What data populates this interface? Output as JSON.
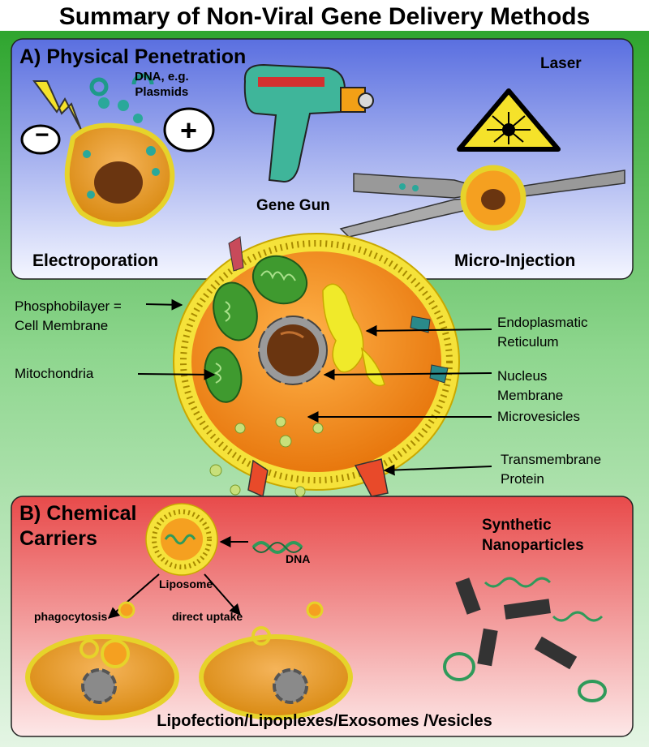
{
  "title": "Summary of Non-Viral Gene Delivery Methods",
  "sections": {
    "physical": {
      "heading": "A) Physical Penetration",
      "electroporation": "Electroporation",
      "dna_line1": "DNA, e.g.",
      "dna_line2": "Plasmids",
      "minus_sign": "−",
      "plus_sign": "+",
      "gene_gun": "Gene Gun",
      "laser": "Laser",
      "micro_injection": "Micro-Injection"
    },
    "cell": {
      "membrane_line1": "Phosphobilayer =",
      "membrane_line2": "Cell Membrane",
      "mitochondria": "Mitochondria",
      "er_line1": "Endoplasmatic",
      "er_line2": "Reticulum",
      "nucleus_line1": "Nucleus",
      "nucleus_line2": "Membrane",
      "microvesicles": "Microvesicles",
      "tm_line1": "Transmembrane",
      "tm_line2": "Protein"
    },
    "chemical": {
      "heading_line1": "B) Chemical",
      "heading_line2": "Carriers",
      "dna": "DNA",
      "liposome": "Liposome",
      "phagocytosis": "phagocytosis",
      "direct_uptake": "direct uptake",
      "synthetic_line1": "Synthetic",
      "synthetic_line2": "Nanoparticles",
      "footer": "Lipofection/Lipoplexes/Exosomes /Vesicles"
    }
  },
  "colors": {
    "green_frame": "#2fa52f",
    "blue_panel": "#5a6fe0",
    "red_panel": "#e84a4a",
    "cytoplasm": "#f28a1a",
    "membrane": "#f2e23a",
    "mitochondria": "#3f9a2f",
    "nucleus": "#6a3510",
    "er": "#f0ea2a"
  }
}
